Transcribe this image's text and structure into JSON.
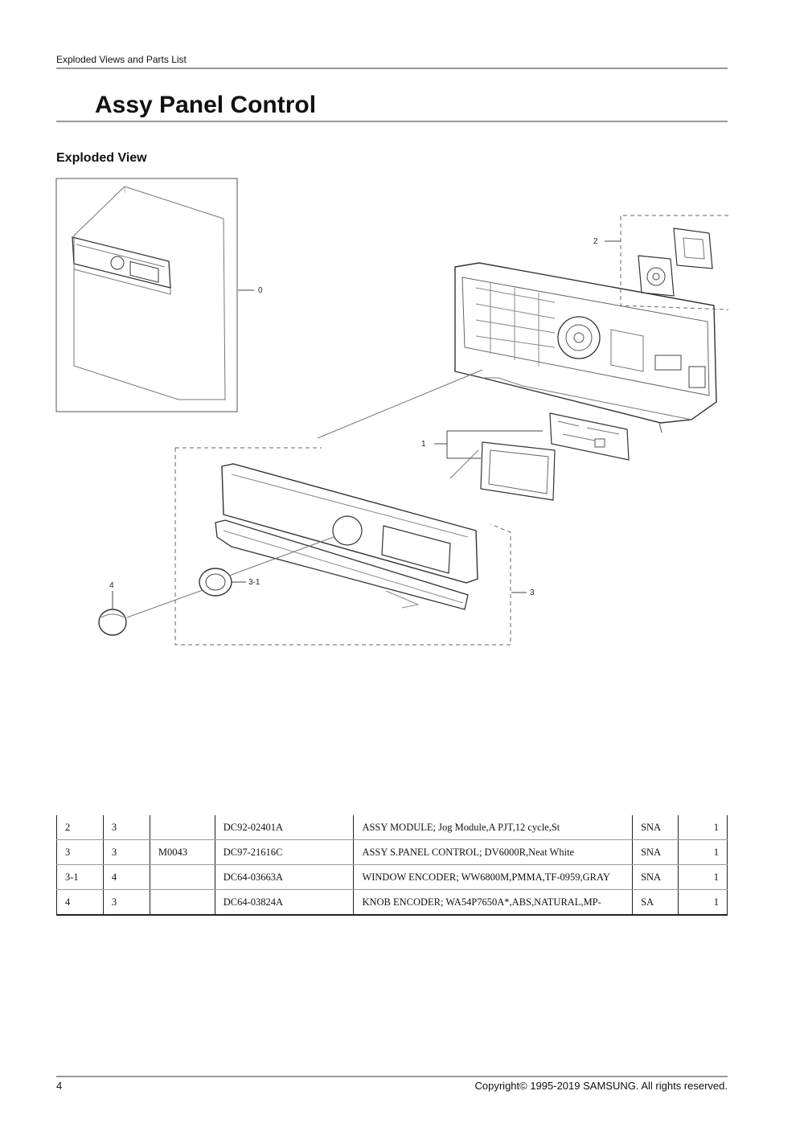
{
  "header": {
    "text": "Exploded Views and Parts List"
  },
  "title": "Assy Panel Control",
  "section": "Exploded View",
  "callouts": {
    "c0": "0",
    "c1": "1",
    "c2": "2",
    "c3": "3",
    "c3_1": "3-1",
    "c4": "4"
  },
  "parts": [
    {
      "no": "2",
      "level": "3",
      "code": "",
      "part_no": "DC92-02401A",
      "description": "ASSY MODULE; Jog Module,A PJT,12 cycle,St",
      "sa": "SNA",
      "qty": "1"
    },
    {
      "no": "3",
      "level": "3",
      "code": "M0043",
      "part_no": "DC97-21616C",
      "description": "ASSY S.PANEL CONTROL; DV6000R,Neat White",
      "sa": "SNA",
      "qty": "1"
    },
    {
      "no": "3-1",
      "level": "4",
      "code": "",
      "part_no": "DC64-03663A",
      "description": "WINDOW ENCODER; WW6800M,PMMA,TF-0959,GRAY",
      "sa": "SNA",
      "qty": "1"
    },
    {
      "no": "4",
      "level": "3",
      "code": "",
      "part_no": "DC64-03824A",
      "description": "KNOB ENCODER; WA54P7650A*,ABS,NATURAL,MP-",
      "sa": "SA",
      "qty": "1"
    }
  ],
  "footer": {
    "page": "4",
    "copyright": "Copyright© 1995-2019 SAMSUNG. All rights reserved."
  }
}
